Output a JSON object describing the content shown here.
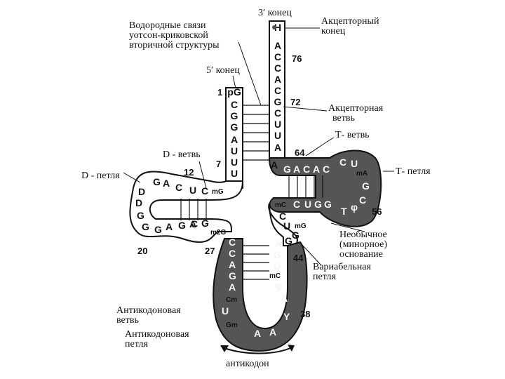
{
  "labels": {
    "three_prime_end": "3′ конец",
    "acceptor_end": [
      "Акцепторный",
      "конец"
    ],
    "hydrogen_bonds": [
      "Водородные связи",
      "уотсон-криковской",
      "вторичной структуры"
    ],
    "five_prime_end": "5′ конец",
    "acceptor_arm": [
      "Акцепторная",
      "ветвь"
    ],
    "t_arm": "Т- ветвь",
    "t_loop": "Т- петля",
    "d_arm": "D - ветвь",
    "d_loop": "D - петля",
    "minor_base": [
      "Необычное",
      "(минорное)",
      "основание"
    ],
    "variable_loop": [
      "Вариабельная",
      "петля"
    ],
    "anticodon_arm": [
      "Антикодоновая",
      "ветвь"
    ],
    "anticodon_loop": [
      "Антикодоновая",
      "петля"
    ],
    "anticodon": "антикодон"
  },
  "numbers": {
    "n76": "76",
    "n72": "72",
    "n1": "1",
    "n64": "64",
    "n7": "7",
    "n12": "12",
    "n56": "56",
    "n20": "20",
    "n27": "27",
    "n44": "44",
    "n38": "38"
  },
  "acceptor_3prime": [
    "H",
    "A",
    "C",
    "C",
    "A",
    "C",
    "G",
    "C",
    "U",
    "U",
    "A"
  ],
  "acceptor_5prime": [
    "pG",
    "C",
    "G",
    "G",
    "A",
    "U",
    "U",
    "U"
  ],
  "d_loop_bases": [
    "G",
    "A",
    "C",
    "U",
    "C",
    "mG",
    "D",
    "D",
    "G",
    "G",
    "G",
    "A",
    "G",
    "C",
    "m2G",
    "A",
    "G"
  ],
  "t_arm_bases": [
    "A",
    "G",
    "A",
    "C",
    "A",
    "C",
    "C",
    "U",
    "mA",
    "G",
    "C",
    "φ",
    "T",
    "G",
    "G",
    "U",
    "C",
    "mC",
    "C",
    "U",
    "mG"
  ],
  "anticodon_bases": [
    "C",
    "C",
    "A",
    "G",
    "A",
    "Cm",
    "U",
    "Gm",
    "A",
    "A",
    "Y",
    "A",
    "φ",
    "mC",
    "U",
    "G",
    "A",
    "G",
    "G"
  ]
}
